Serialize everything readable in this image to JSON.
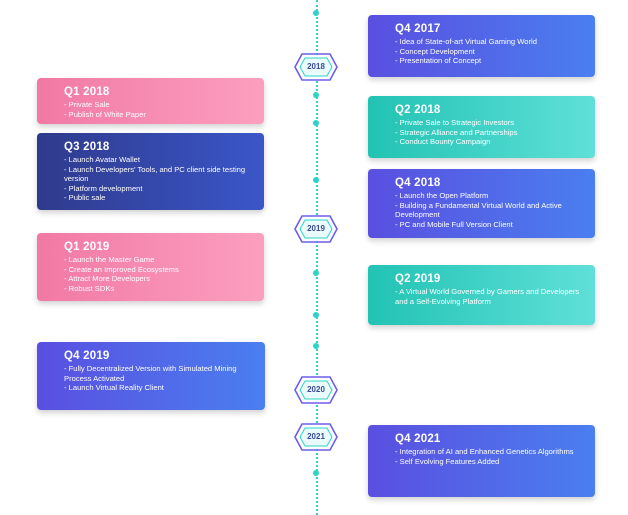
{
  "years": [
    "2018",
    "2019",
    "2020",
    "2021"
  ],
  "milestones": [
    {
      "title": "Q4 2017",
      "items": [
        "Idea of State-of-art Virtual Gaming World",
        "Concept Development",
        "Presentation of Concept"
      ]
    },
    {
      "title": "Q1 2018",
      "items": [
        "Private Sale",
        "Publish of White Paper"
      ]
    },
    {
      "title": "Q2 2018",
      "items": [
        "Private Sale to Strategic Investors",
        "Strategic Alliance and Partnerships",
        "Conduct Bounty Campaign"
      ]
    },
    {
      "title": "Q3 2018",
      "items": [
        "Launch Avatar Wallet",
        "Launch Developers' Tools, and PC client side testing version",
        "Platform development",
        "Public sale"
      ]
    },
    {
      "title": "Q4 2018",
      "items": [
        "Launch the Open Platform",
        "Building a Fundamental Virtual World and Active Development",
        "PC and Mobile Full Version Client"
      ]
    },
    {
      "title": "Q1 2019",
      "items": [
        "Launch the Master Game",
        "Create an Improved Ecosystems",
        "Attract More Developers",
        "Robust SDKs"
      ]
    },
    {
      "title": "Q2 2019",
      "items": [
        "A Virtual World Governed by Gamers and Developers and a Self-Evolving Platform"
      ]
    },
    {
      "title": "Q4 2019",
      "items": [
        "Fully Decentralized Version with Simulated Mining Process Activated",
        "Launch Virtual Reality Client"
      ]
    },
    {
      "title": "Q4 2021",
      "items": [
        "Integration of AI and Enhanced Genetics Algorithms",
        "Self Evolving Features Added"
      ]
    }
  ],
  "colors": {
    "timeline": "#2ed3c5",
    "blue": "#5065e8",
    "dark": "#2f3a8c",
    "pink": "#f685ad",
    "teal": "#2ccabd"
  }
}
